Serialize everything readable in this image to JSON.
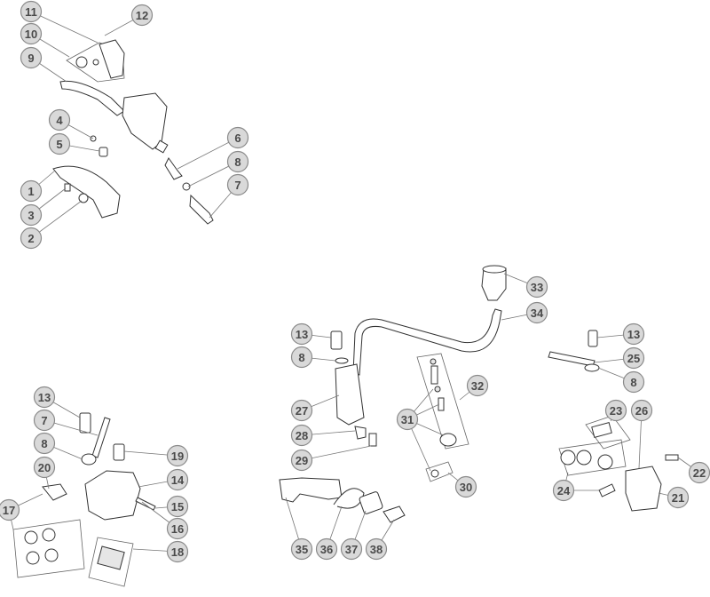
{
  "diagram": {
    "callouts": [
      "11",
      "12",
      "10",
      "9",
      "4",
      "5",
      "6",
      "8",
      "7",
      "1",
      "3",
      "2",
      "33",
      "34",
      "13",
      "8",
      "32",
      "27",
      "31",
      "28",
      "29",
      "30",
      "35",
      "36",
      "37",
      "38",
      "13",
      "25",
      "8",
      "23",
      "26",
      "22",
      "24",
      "21",
      "13",
      "7",
      "8",
      "19",
      "20",
      "14",
      "17",
      "15",
      "16",
      "18"
    ]
  }
}
